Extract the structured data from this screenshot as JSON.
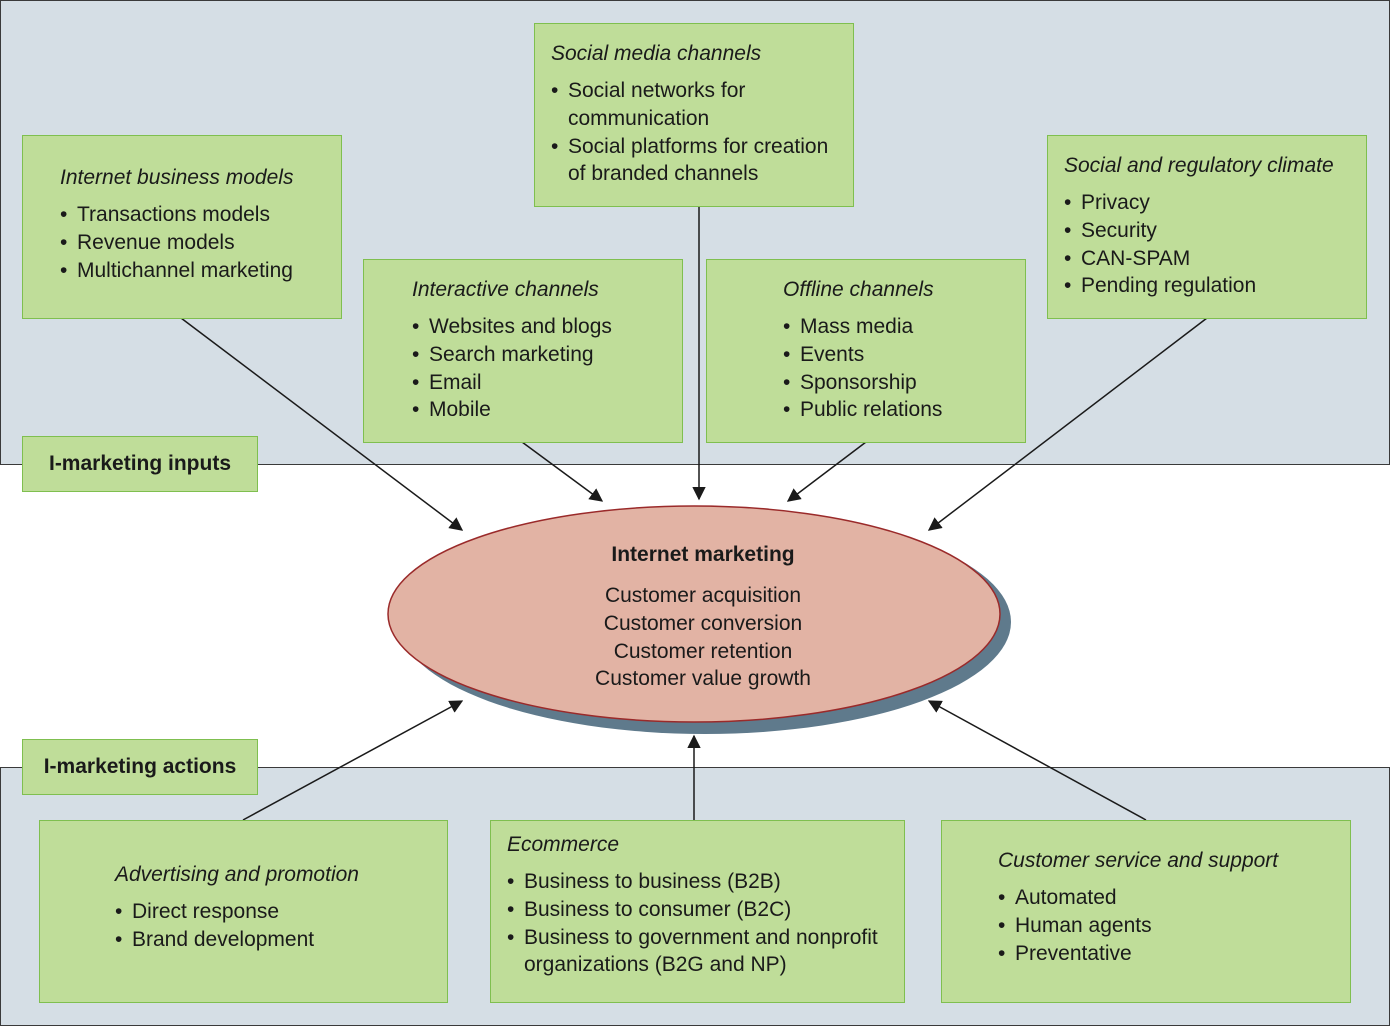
{
  "inputs_label": "I-marketing inputs",
  "actions_label": "I-marketing actions",
  "center": {
    "title": "Internet marketing",
    "lines": [
      "Customer acquisition",
      "Customer conversion",
      "Customer retention",
      "Customer value growth"
    ]
  },
  "boxes": {
    "internet_business_models": {
      "title": "Internet business models",
      "items": [
        "Transactions models",
        "Revenue models",
        "Multichannel marketing"
      ]
    },
    "social_media_channels": {
      "title": "Social media channels",
      "items": [
        "Social networks for communication",
        "Social platforms for creation of branded channels"
      ]
    },
    "social_regulatory": {
      "title": "Social and regulatory climate",
      "items": [
        "Privacy",
        "Security",
        "CAN-SPAM",
        "Pending regulation"
      ]
    },
    "interactive_channels": {
      "title": "Interactive channels",
      "items": [
        "Websites and blogs",
        "Search marketing",
        "Email",
        "Mobile"
      ]
    },
    "offline_channels": {
      "title": "Offline channels",
      "items": [
        "Mass media",
        "Events",
        "Sponsorship",
        "Public relations"
      ]
    },
    "advertising_promotion": {
      "title": "Advertising and promotion",
      "items": [
        "Direct response",
        "Brand development"
      ]
    },
    "ecommerce": {
      "title": "Ecommerce",
      "items": [
        "Business to business (B2B)",
        "Business to consumer (B2C)",
        "Business to government and nonprofit organizations (B2G and NP)"
      ]
    },
    "customer_service": {
      "title": "Customer service and support",
      "items": [
        "Automated",
        "Human agents",
        "Preventative"
      ]
    }
  }
}
